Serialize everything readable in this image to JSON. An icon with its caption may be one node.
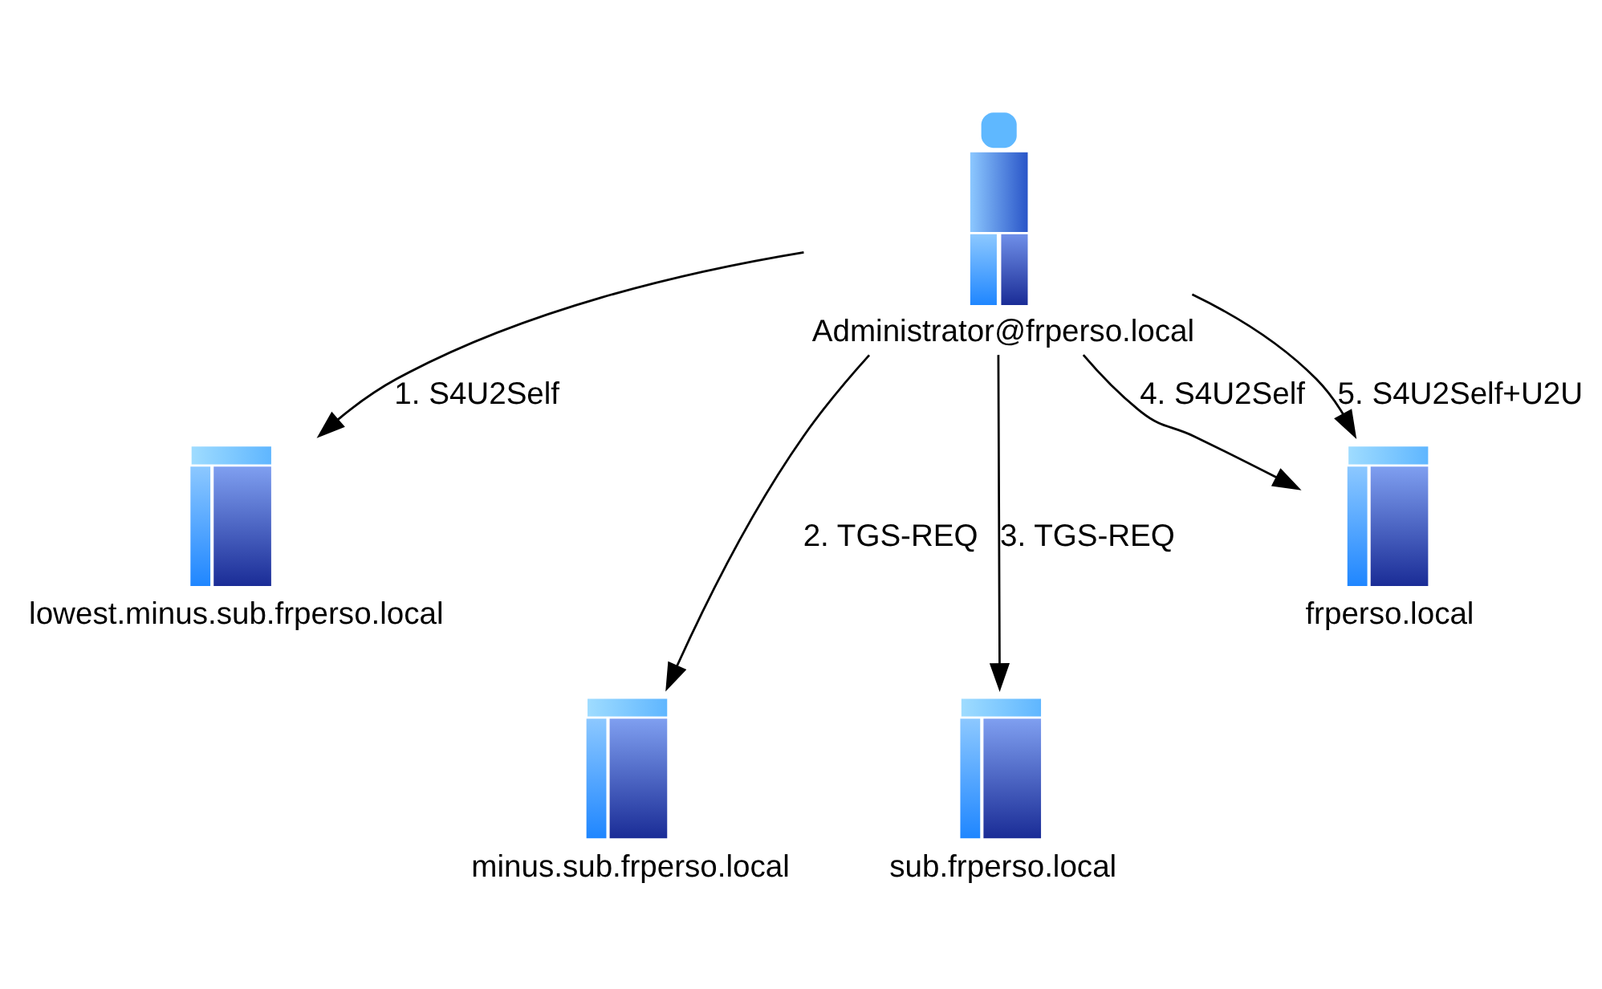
{
  "diagram": {
    "nodes": [
      {
        "text": [
          "Administrator@frperso.local"
        ]
      },
      {
        "text": [
          "lowest.minus.sub.frperso.local"
        ]
      },
      {
        "text": [
          "minus.sub.frperso.local"
        ]
      },
      {
        "text": [
          "sub.frperso.local"
        ]
      },
      {
        "text": [
          "frperso.local"
        ]
      }
    ],
    "edges": [
      {
        "from": 0,
        "to": 1,
        "arrow": "to",
        "label": "1. S4U2Self"
      },
      {
        "from": 0,
        "to": 2,
        "arrow": "to",
        "label": "2. TGS-REQ"
      },
      {
        "from": 0,
        "to": 3,
        "arrow": "to",
        "label": "3. TGS-REQ"
      },
      {
        "from": 0,
        "to": 4,
        "arrow": "to",
        "label": "4. S4U2Self"
      },
      {
        "from": 0,
        "to": 4,
        "arrow": "to",
        "label": "5. S4U2Self+U2U"
      }
    ]
  }
}
